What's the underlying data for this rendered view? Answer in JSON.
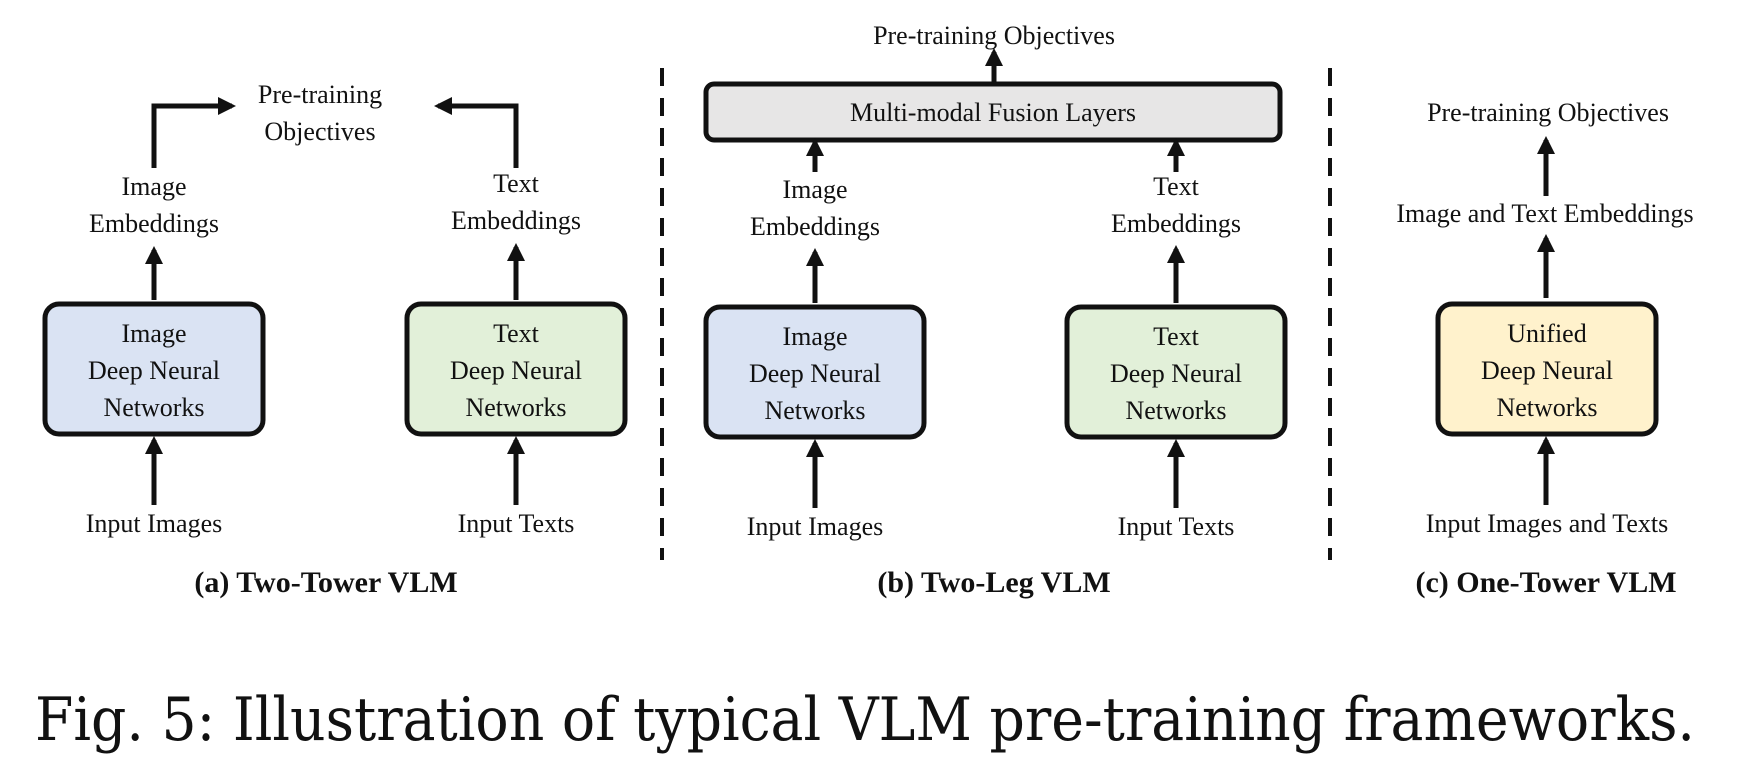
{
  "panels": {
    "a": {
      "objectives": [
        "Pre-training",
        "Objectives"
      ],
      "image_embeddings": [
        "Image",
        "Embeddings"
      ],
      "text_embeddings": [
        "Text",
        "Embeddings"
      ],
      "image_box": [
        "Image",
        "Deep Neural",
        "Networks"
      ],
      "text_box": [
        "Text",
        "Deep Neural",
        "Networks"
      ],
      "input_images": "Input Images",
      "input_texts": "Input Texts",
      "subtitle": "(a) Two-Tower VLM"
    },
    "b": {
      "objectives": "Pre-training Objectives",
      "fusion": "Multi-modal Fusion Layers",
      "image_embeddings": [
        "Image",
        "Embeddings"
      ],
      "text_embeddings": [
        "Text",
        "Embeddings"
      ],
      "image_box": [
        "Image",
        "Deep Neural",
        "Networks"
      ],
      "text_box": [
        "Text",
        "Deep Neural",
        "Networks"
      ],
      "input_images": "Input Images",
      "input_texts": "Input Texts",
      "subtitle": "(b) Two-Leg VLM"
    },
    "c": {
      "objectives": "Pre-training Objectives",
      "embeddings": "Image and Text Embeddings",
      "unified_box": [
        "Unified",
        "Deep Neural",
        "Networks"
      ],
      "inputs": "Input Images and Texts",
      "subtitle": "(c) One-Tower VLM"
    }
  },
  "caption": "Fig. 5: Illustration of typical VLM pre-training frameworks.",
  "colors": {
    "image_box": "#dae3f3",
    "text_box": "#e2f0d9",
    "unified_box": "#fff2cc",
    "fusion_box": "#e7e6e6"
  }
}
